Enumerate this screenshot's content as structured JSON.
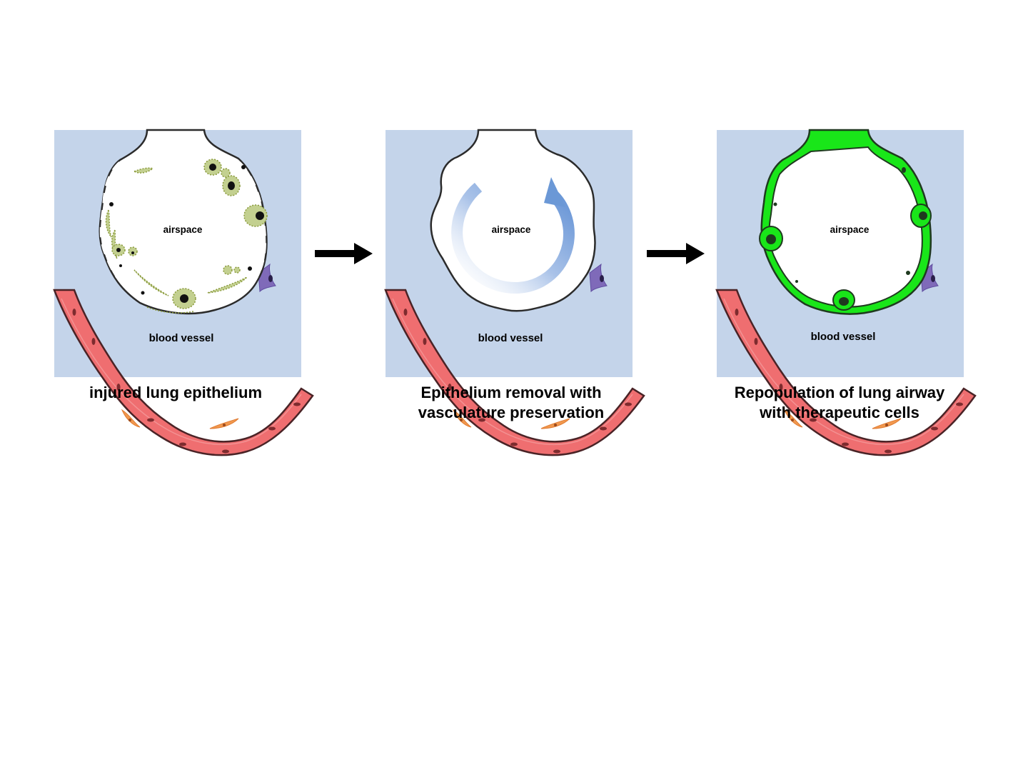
{
  "panels": [
    {
      "airspace_label": "airspace",
      "vessel_label": "blood vessel",
      "caption": "injured lung epithelium"
    },
    {
      "airspace_label": "airspace",
      "vessel_label": "blood vessel",
      "caption": "Epithelium removal with\nvasculature preservation"
    },
    {
      "airspace_label": "airspace",
      "vessel_label": "blood vessel",
      "caption": "Repopulation of lung airway\nwith therapeutic cells"
    }
  ],
  "colors": {
    "background_tissue": "#c4d4ea",
    "vessel": "#ef6e70",
    "vessel_outline": "#4a2326",
    "injured_cells": "#c3d090",
    "therapeutic_cells": "#19e619",
    "arrow": "#000000",
    "recycle_arrow": "#6b98d6"
  },
  "icons": [
    "right-arrow-icon",
    "right-arrow-icon",
    "circular-arrow-icon"
  ]
}
